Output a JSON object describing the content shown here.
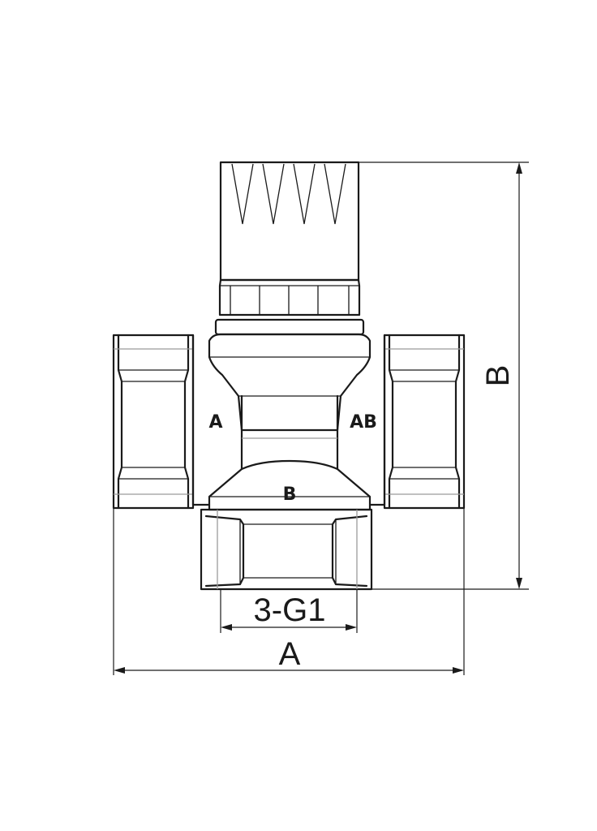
{
  "ports": {
    "a": "A",
    "ab": "AB",
    "b": "B"
  },
  "dimensions": {
    "width_label": "A",
    "height_label": "B",
    "thread_label": "3-G1"
  }
}
